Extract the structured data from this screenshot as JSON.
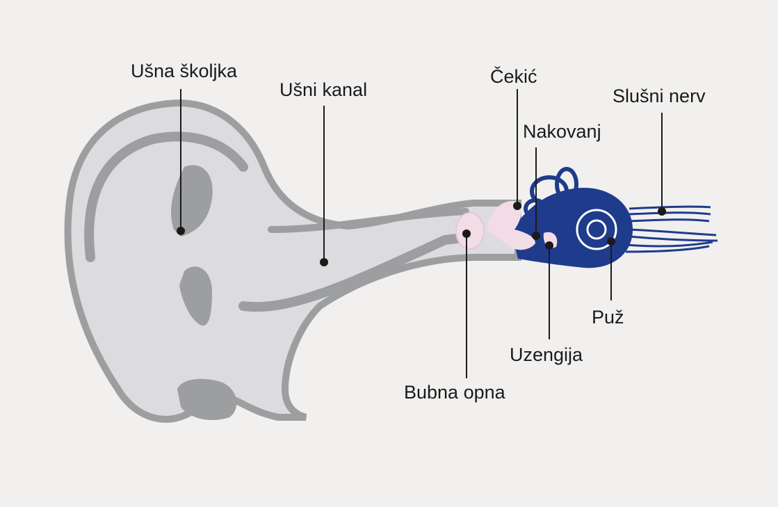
{
  "labels": {
    "pinna": "Ušna školjka",
    "ear_canal": "Ušni kanal",
    "malleus": "Čekić",
    "incus": "Nakovanj",
    "auditory_nerve": "Slušni nerv",
    "cochlea": "Puž",
    "stapes": "Uzengija",
    "eardrum": "Bubna opna"
  },
  "colors": {
    "background": "#f1f0ef",
    "ear_light": "#dcdcde",
    "ear_dark": "#9d9ea0",
    "inner_ear": "#1f3b8c",
    "ossicles": "#f2dce6",
    "leader": "#1a1a1a"
  }
}
